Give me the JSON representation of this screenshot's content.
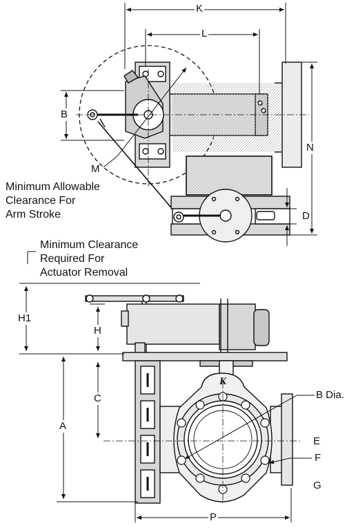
{
  "dimensions": {
    "K": "K",
    "L": "L",
    "B_top": "B",
    "N": "N",
    "M": "M",
    "D": "D",
    "H1": "H1",
    "H": "H",
    "C": "C",
    "A": "A",
    "B_dia": "B Dia.",
    "E": "E",
    "F": "F",
    "G": "G",
    "P": "P"
  },
  "notes": {
    "arm_clearance": [
      "Minimum Allowable",
      "Clearance For",
      "Arm Stroke"
    ],
    "actuator_clearance": [
      "Minimum Clearance",
      "Required For",
      "Actuator Removal"
    ]
  },
  "logo_text": "K"
}
